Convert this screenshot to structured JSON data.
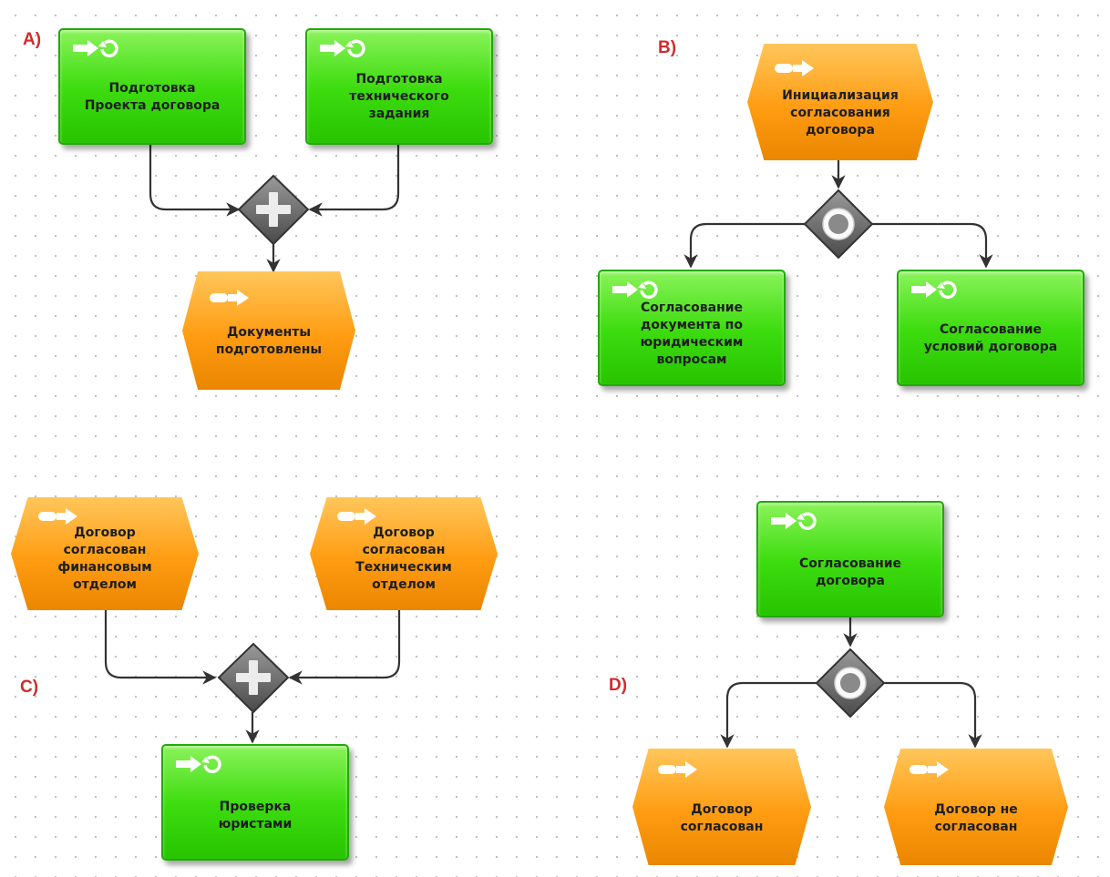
{
  "sections": [
    {
      "id": "a",
      "label": "A)",
      "nodes": [
        {
          "kind": "function",
          "name": "func-project-prep",
          "text": "Подготовка\nПроекта договора"
        },
        {
          "kind": "function",
          "name": "func-tech-spec",
          "text": "Подготовка\nтехнического\nзадания"
        },
        {
          "kind": "gateway",
          "name": "gateway-and",
          "type": "and"
        },
        {
          "kind": "event",
          "name": "event-docs-ready",
          "text": "Документы\nподготовлены"
        }
      ]
    },
    {
      "id": "b",
      "label": "B)",
      "nodes": [
        {
          "kind": "event",
          "name": "event-init-approval",
          "text": "Инициализация\nсогласования\nдоговора"
        },
        {
          "kind": "gateway",
          "name": "gateway-xor",
          "type": "xor"
        },
        {
          "kind": "function",
          "name": "func-legal-approval",
          "text": "Согласование\nдокумента по\nюридическим\nвопросам"
        },
        {
          "kind": "function",
          "name": "func-terms-approval",
          "text": "Согласование\nусловий договора"
        }
      ]
    },
    {
      "id": "c",
      "label": "C)",
      "nodes": [
        {
          "kind": "event",
          "name": "event-finance-approved",
          "text": "Договор\nсогласован\nфинансовым\nотделом"
        },
        {
          "kind": "event",
          "name": "event-tech-approved",
          "text": "Договор\nсогласован\nТехническим\nотделом"
        },
        {
          "kind": "gateway",
          "name": "gateway-and",
          "type": "and"
        },
        {
          "kind": "function",
          "name": "func-lawyer-check",
          "text": "Проверка\nюристами"
        }
      ]
    },
    {
      "id": "d",
      "label": "D)",
      "nodes": [
        {
          "kind": "function",
          "name": "func-contract-approval",
          "text": "Согласование\nдоговора"
        },
        {
          "kind": "gateway",
          "name": "gateway-xor",
          "type": "xor"
        },
        {
          "kind": "event",
          "name": "event-contract-approved",
          "text": "Договор\nсогласован"
        },
        {
          "kind": "event",
          "name": "event-contract-not-approved",
          "text": "Договор не\nсогласован"
        }
      ]
    }
  ],
  "colors": {
    "function": "#3ddc0f",
    "event": "#ff9c12",
    "gateway": "#6b6b6b",
    "label": "#d42a2a",
    "edge": "#333333"
  }
}
